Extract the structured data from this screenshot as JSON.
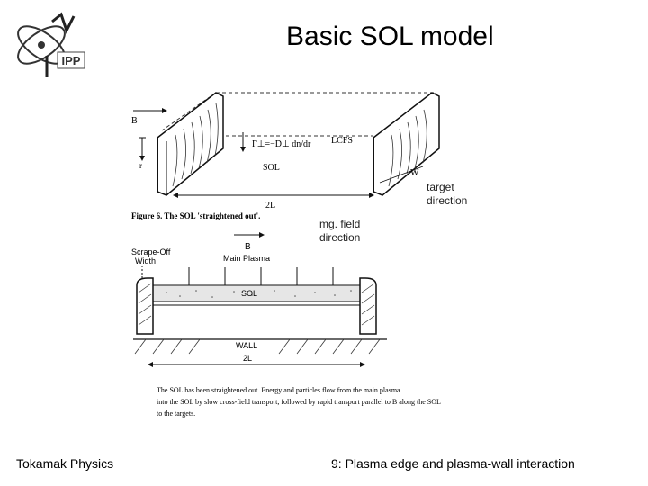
{
  "slide": {
    "title": "Basic SOL model",
    "footer_left": "Tokamak Physics",
    "footer_right": "9: Plasma edge and plasma-wall interaction"
  },
  "annotations": {
    "target_line1": "target",
    "target_line2": "direction",
    "field_line1": "mg. field",
    "field_line2": "direction"
  },
  "figure6": {
    "b_label": "B",
    "r_label": "r",
    "flux_formula": "Γ⊥=−D⊥ dn/dr",
    "lcfs_label": "LCFS",
    "sol_label": "SOL",
    "w_label": "W",
    "length_label": "2L",
    "caption": "Figure 6. The SOL 'straightened out'."
  },
  "figure_lower": {
    "b_label": "B",
    "scrape_label_1": "Scrape-Off",
    "scrape_label_2": "Width",
    "main_plasma_label": "Main Plasma",
    "sol_label": "SOL",
    "wall_label": "WALL",
    "length_label": "2L",
    "caption_1": "The SOL has been straightened out. Energy and particles flow from the main plasma",
    "caption_2": "into the SOL by slow cross-field transport, followed by rapid transport parallel to B along the SOL",
    "caption_3": "to the targets."
  },
  "logo": {
    "text": "IPP"
  }
}
